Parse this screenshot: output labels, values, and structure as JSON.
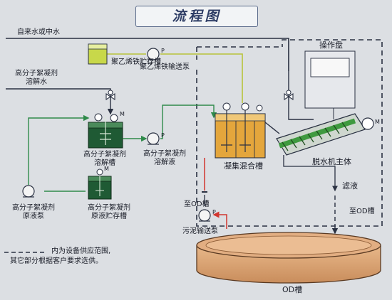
{
  "title": "流程图",
  "labels": {
    "tap_water": "自来水或中水",
    "pfs_tank": "聚乙烯铁贮存槽",
    "pfs_pump": "聚乙烯铁输送泵",
    "polymer_water_1": "高分子絮凝剂",
    "polymer_water_2": "溶解水",
    "dissolve_tank_1": "高分子絮凝剂",
    "dissolve_tank_2": "溶解槽",
    "dissolve_liquid_1": "高分子絮凝剂",
    "dissolve_liquid_2": "溶解液",
    "raw_pump_1": "高分子絮凝剂",
    "raw_pump_2": "原液泵",
    "raw_tank_1": "高分子絮凝剂",
    "raw_tank_2": "原液贮存槽",
    "mix_tank": "凝集混合槽",
    "control_panel": "操作盘",
    "dewater_machine": "脱水机主体",
    "filtrate": "滤液",
    "to_od_1": "至OD槽",
    "to_od_2": "至OD槽",
    "sludge_pump": "污泥输送泵",
    "od_tank": "OD槽",
    "legend_line1": "内为设备供应范围,",
    "legend_line2": "其它部分根据客户要求选供。",
    "pump_mark": "P",
    "motor_mark": "M"
  },
  "colors": {
    "water_line": "#2a3142",
    "green_line": "#2f8a4a",
    "yellow_line": "#b8c43a",
    "red_line": "#d2362f",
    "dark_tank": "#1f5a34",
    "yellow_tank": "#c8d84a",
    "mix_tank": "#e4a63c",
    "screw": "#3f9a3f",
    "od_tank": "#d9a374"
  }
}
